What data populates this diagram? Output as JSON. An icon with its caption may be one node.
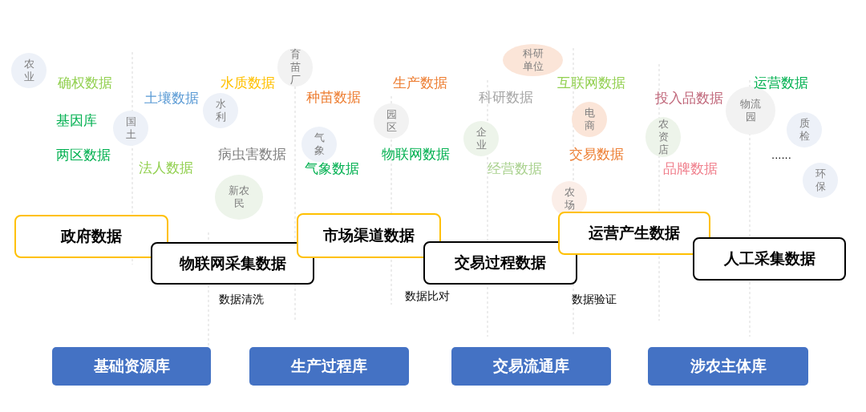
{
  "diagram": {
    "nodes": [
      {
        "text": [
          "农业"
        ]
      },
      {
        "text": [
          "国土"
        ]
      },
      {
        "text": [
          "水利"
        ]
      },
      {
        "text": [
          "新农民"
        ]
      },
      {
        "text": [
          "育苗厂"
        ]
      },
      {
        "text": [
          "气象"
        ]
      },
      {
        "text": [
          "园区"
        ]
      },
      {
        "text": [
          "企业"
        ]
      },
      {
        "text": [
          "科研单位"
        ]
      },
      {
        "text": [
          "电商"
        ]
      },
      {
        "text": [
          "农场"
        ]
      },
      {
        "text": [
          "农资店"
        ]
      },
      {
        "text": [
          "物流园"
        ]
      },
      {
        "text": [
          "质检"
        ]
      },
      {
        "text": [
          "环保"
        ]
      },
      {
        "text": [
          "政府数据"
        ]
      },
      {
        "text": [
          "物联网采集数据"
        ]
      },
      {
        "text": [
          "市场渠道数据"
        ]
      },
      {
        "text": [
          "交易过程数据"
        ]
      },
      {
        "text": [
          "运营产生数据"
        ]
      },
      {
        "text": [
          "人工采集数据"
        ]
      },
      {
        "text": [
          "基础资源库"
        ]
      },
      {
        "text": [
          "生产过程库"
        ]
      },
      {
        "text": [
          "交易流通库"
        ]
      },
      {
        "text": [
          "涉农主体库"
        ]
      }
    ],
    "edges": [],
    "labels": [
      "确权数据",
      "基因库",
      "两区数据",
      "土壤数据",
      "法人数据",
      "水质数据",
      "病虫害数据",
      "种苗数据",
      "气象数据",
      "生产数据",
      "物联网数据",
      "科研数据",
      "经营数据",
      "互联网数据",
      "交易数据",
      "投入品数据",
      "品牌数据",
      "运营数据",
      "......",
      "数据清洗",
      "数据比对",
      "数据验证"
    ]
  }
}
